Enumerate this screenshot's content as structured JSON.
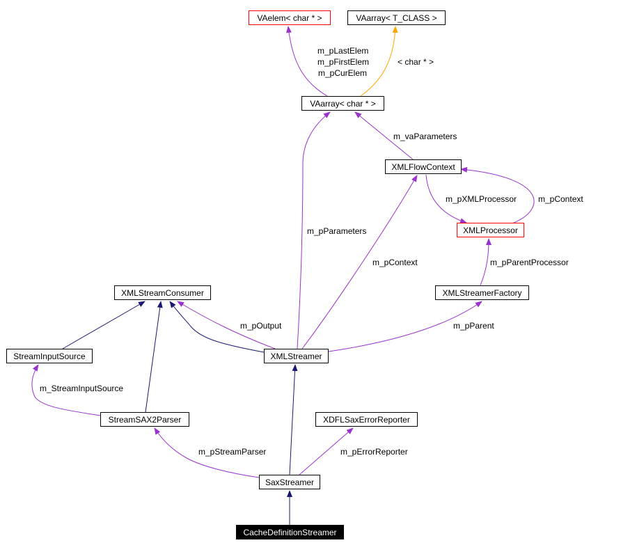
{
  "colors": {
    "usage": "#9a32cd",
    "inheritance": "#191970",
    "template": "#ffa500",
    "undocumented_border": "#ff0000"
  },
  "nodes": {
    "vaelem": "VAelem< char * >",
    "vaarray_tclass": "VAarray< T_CLASS >",
    "vaarray_char": "VAarray< char * >",
    "xmlflowcontext": "XMLFlowContext",
    "xmlprocessor": "XMLProcessor",
    "xmlstreamconsumer": "XMLStreamConsumer",
    "xmlstreamerfactory": "XMLStreamerFactory",
    "streaminputsource": "StreamInputSource",
    "xmlstreamer": "XMLStreamer",
    "streamsax2parser": "StreamSAX2Parser",
    "xdflsaxerrorreporter": "XDFLSaxErrorReporter",
    "saxstreamer": "SaxStreamer",
    "cachedefinitionstreamer": "CacheDefinitionStreamer"
  },
  "edge_labels": {
    "last_elem": "m_pLastElem",
    "first_elem": "m_pFirstElem",
    "cur_elem": "m_pCurElem",
    "template_arg": "< char * >",
    "va_parameters": "m_vaParameters",
    "xml_processor": "m_pXMLProcessor",
    "context_proc": "m_pContext",
    "parameters": "m_pParameters",
    "context_streamer": "m_pContext",
    "parent_processor": "m_pParentProcessor",
    "output": "m_pOutput",
    "parent": "m_pParent",
    "stream_input_source": "m_StreamInputSource",
    "stream_parser": "m_pStreamParser",
    "error_reporter": "m_pErrorReporter"
  }
}
